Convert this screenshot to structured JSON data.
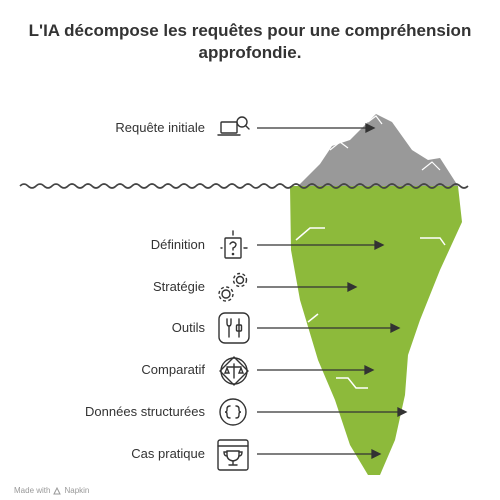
{
  "title": {
    "line1": "L'IA décompose les requêtes pour une compréhension",
    "line2": "approfondie."
  },
  "items": [
    {
      "label": "Requête initiale",
      "icon": "laptop-search-icon"
    },
    {
      "label": "Définition",
      "icon": "question-icon"
    },
    {
      "label": "Stratégie",
      "icon": "gears-icon"
    },
    {
      "label": "Outils",
      "icon": "tools-icon"
    },
    {
      "label": "Comparatif",
      "icon": "balance-icon"
    },
    {
      "label": "Données structurées",
      "icon": "braces-icon"
    },
    {
      "label": "Cas pratique",
      "icon": "trophy-icon"
    }
  ],
  "footer": {
    "made_with": "Made with",
    "brand": "Napkin"
  },
  "colors": {
    "iceberg_top": "#999999",
    "iceberg_bottom": "#8dba3b",
    "text": "#333333",
    "water": "#444444"
  }
}
